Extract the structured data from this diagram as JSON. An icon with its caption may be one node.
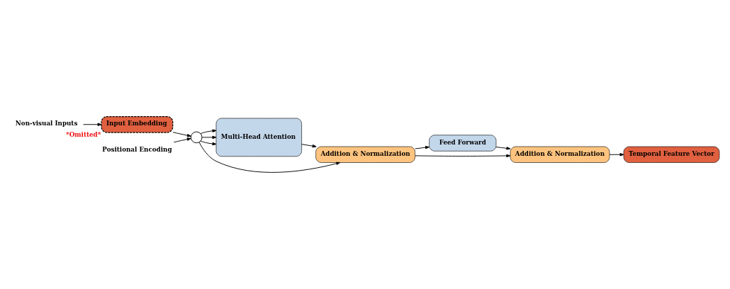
{
  "diagram": {
    "nodes": [
      {
        "text": [
          "Non-visual Inputs"
        ]
      },
      {
        "text": [
          "Input Embedding"
        ],
        "beside": [
          "*Omitted*"
        ]
      },
      {
        "text": [
          "Positional Encoding"
        ]
      },
      {
        "text": [],
        "shape": "circle"
      },
      {
        "text": [
          "Multi-Head Attention"
        ]
      },
      {
        "text": [
          "Addition & Normalization"
        ]
      },
      {
        "text": [
          "Feed Forward"
        ]
      },
      {
        "text": [
          "Addition & Normalization"
        ]
      },
      {
        "text": [
          "Temporal Feature Vector"
        ]
      }
    ],
    "edges": [
      {
        "from": 0,
        "to": 1,
        "arrow": "to"
      },
      {
        "from": 1,
        "to": 3,
        "arrow": "to"
      },
      {
        "from": 2,
        "to": 3,
        "arrow": "to"
      },
      {
        "from": 3,
        "to": 4,
        "arrow": "to"
      },
      {
        "from": 3,
        "to": 4,
        "arrow": "to"
      },
      {
        "from": 3,
        "to": 4,
        "arrow": "to"
      },
      {
        "from": 3,
        "to": 5,
        "arrow": "to"
      },
      {
        "from": 4,
        "to": 5,
        "arrow": "to"
      },
      {
        "from": 5,
        "to": 6,
        "arrow": "to"
      },
      {
        "from": 5,
        "to": 7,
        "arrow": "to"
      },
      {
        "from": 6,
        "to": 7,
        "arrow": "to"
      },
      {
        "from": 7,
        "to": 8,
        "arrow": "to"
      }
    ]
  }
}
